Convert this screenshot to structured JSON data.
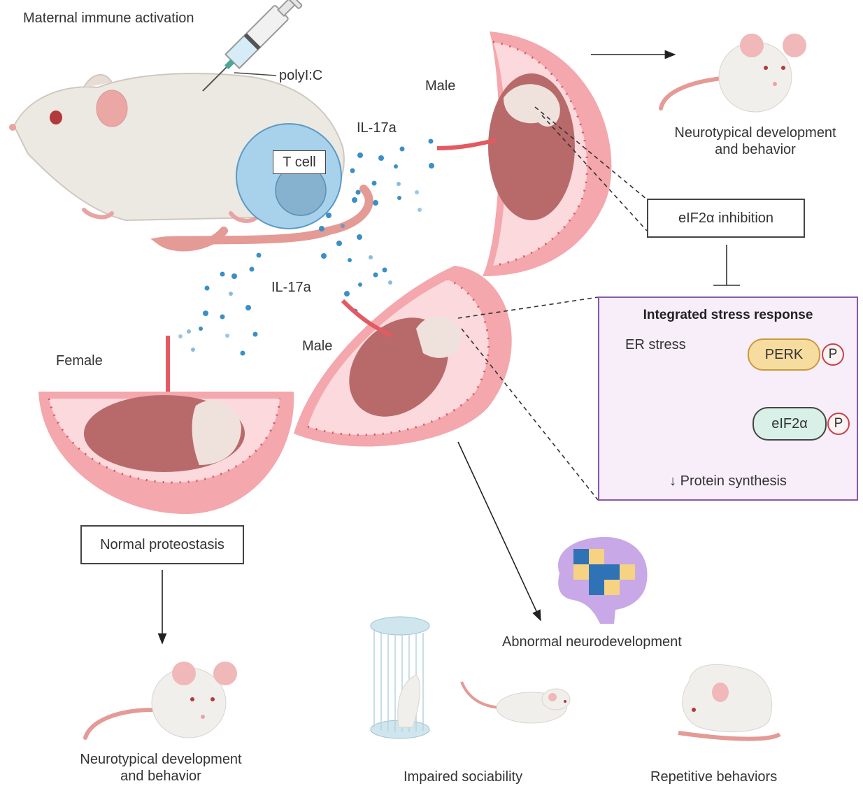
{
  "title": "Maternal immune activation",
  "injection": {
    "agent": "polyI:C"
  },
  "tcell": {
    "label": "T cell"
  },
  "cytokine": {
    "label_top": "IL-17a",
    "label_bottom": "IL-17a"
  },
  "embryos": {
    "male_top": "Male",
    "male_middle": "Male",
    "female": "Female"
  },
  "outcomes": {
    "male_top": {
      "line1": "Neurotypical development",
      "line2": "and behavior"
    },
    "female": {
      "line1": "Neurotypical development",
      "line2": "and behavior"
    },
    "male_affected": "Abnormal neurodevelopment",
    "sociability": "Impaired sociability",
    "repetitive": "Repetitive behaviors"
  },
  "boxes": {
    "inhibition": "eIF2α inhibition",
    "normal": "Normal proteostasis"
  },
  "isr": {
    "title": "Integrated stress response",
    "er_stress": "ER stress",
    "perk": "PERK",
    "eif2a": "eIF2α",
    "phospho": "P",
    "result": "↓ Protein synthesis"
  },
  "colors": {
    "uterus": "#f4a7ac",
    "uterus_inner": "#fbd9dc",
    "embryo": "#b86a6a",
    "brain": "#efe2dc",
    "cytokine_dot": "#3b8fc4",
    "tcell": "#a8d1ec",
    "isr_border": "#8a58b0",
    "isr_bg": "#f7eef9",
    "perk": "#f7dca0",
    "eif2a": "#d9f0e8",
    "phospho": "#c9424a"
  }
}
